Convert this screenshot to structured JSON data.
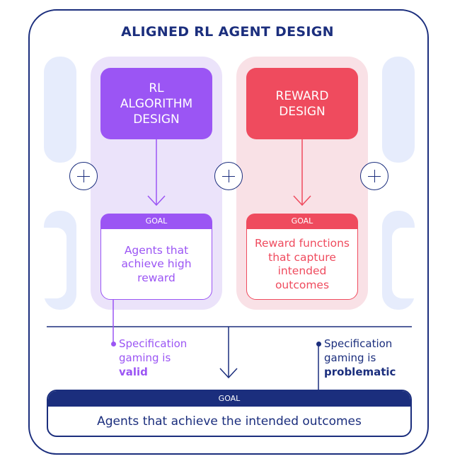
{
  "title": "ALIGNED RL AGENT DESIGN",
  "columns": [
    {
      "card_label": "RL\nALGORITHM\nDESIGN",
      "goal_tag": "GOAL",
      "goal_text": "Agents that\nachieve high\nreward",
      "color": "#9b55f4",
      "panel_color": "#ebe3fa"
    },
    {
      "card_label": "REWARD\nDESIGN",
      "goal_tag": "GOAL",
      "goal_text": "Reward functions\nthat capture\nintended\noutcomes",
      "color": "#ef4b5e",
      "panel_color": "#f9e1e6"
    }
  ],
  "notes": {
    "left": {
      "line1": "Specification",
      "line2": "gaming is",
      "emphasis": "valid",
      "color": "#9b55f4"
    },
    "right": {
      "line1": "Specification",
      "line2": "gaming is",
      "emphasis": "problematic",
      "color": "#1b2e7d"
    }
  },
  "final_goal": {
    "tag": "GOAL",
    "text": "Agents that achieve the intended outcomes"
  },
  "colors": {
    "navy": "#1b2e7d",
    "ghost": "#e3e9fb"
  },
  "icons": [
    "plus-icon",
    "arrow-down-icon",
    "dot-icon"
  ]
}
